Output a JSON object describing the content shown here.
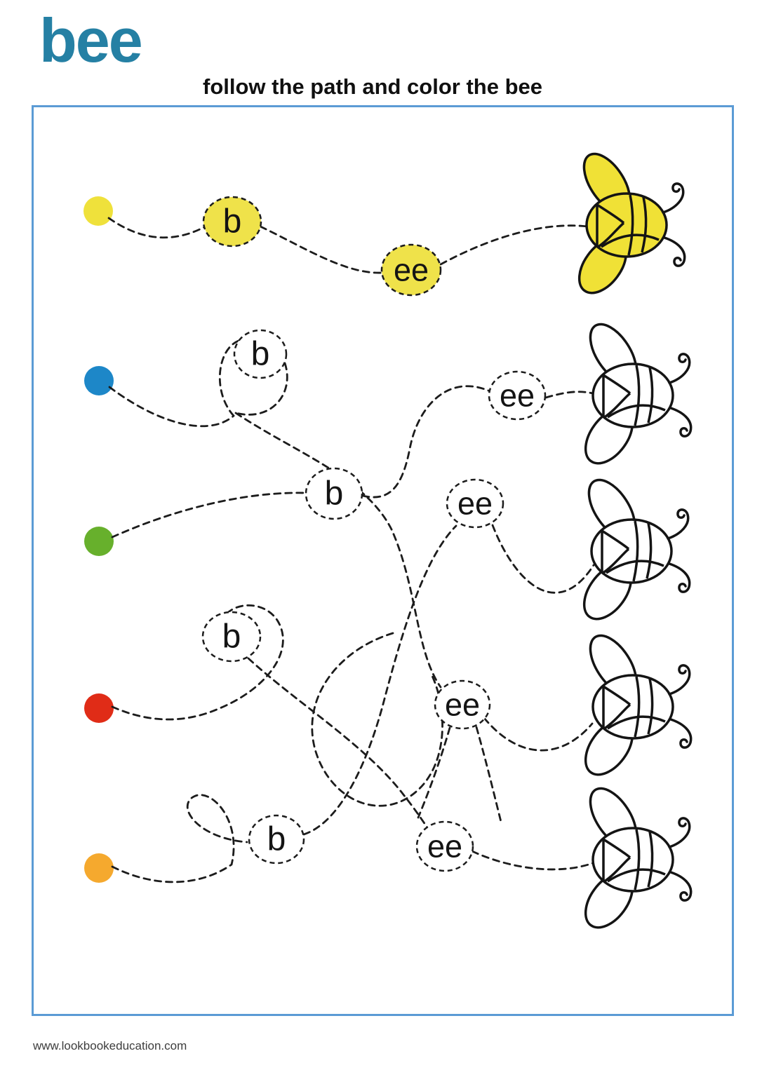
{
  "worksheet": {
    "title": "bee",
    "instruction": "follow the path and color the bee",
    "footer": "www.lookbookeducation.com",
    "colors": {
      "title_text": "#2580a4",
      "frame_border": "#5b9bd5",
      "path_stroke": "#1c1c1c",
      "solved_circle_fill": "#efe24a",
      "bee_solved_fill": "#f0e136",
      "bee_unsolved_fill": "#ffffff"
    },
    "rows": [
      {
        "id": "yellow",
        "dot_color": "#efe13b",
        "b_label": "b",
        "ee_label": "ee",
        "solved": true
      },
      {
        "id": "blue",
        "dot_color": "#1d87c8",
        "b_label": "b",
        "ee_label": "ee",
        "solved": false
      },
      {
        "id": "green",
        "dot_color": "#67b02c",
        "b_label": "b",
        "ee_label": "ee",
        "solved": false
      },
      {
        "id": "red",
        "dot_color": "#e02c17",
        "b_label": "b",
        "ee_label": "ee",
        "solved": false
      },
      {
        "id": "orange",
        "dot_color": "#f5a92e",
        "b_label": "b",
        "ee_label": "ee",
        "solved": false
      }
    ]
  }
}
